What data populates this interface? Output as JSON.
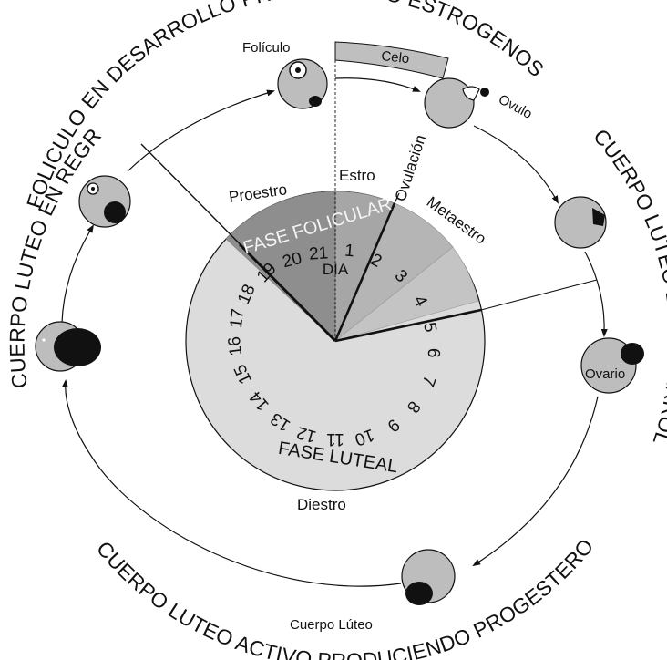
{
  "outer_captions": {
    "top": "FOLICULO EN DESARROLLO PRODUCIENDO ESTROGENOS",
    "bottom": "CUERPO LUTEO ACTIVO PRODUCIENDO PROGESTERONA",
    "left": "CUERPO LUTEO EN REGRESION",
    "right": "CUERPO LUTEO EN DESARROLLO"
  },
  "stage_labels": {
    "foliculo": "Folículo",
    "ovulo": "Ovulo",
    "ovario": "Ovario",
    "cuerpo_luteo": "Cuerpo Lúteo"
  },
  "phase_labels": {
    "proestro": "Proestro",
    "estro": "Estro",
    "metaestro": "Metaestro",
    "diestro": "Diestro",
    "ovulacion": "Ovulación",
    "celo": "Celo"
  },
  "wheel": {
    "fase_folicular": "FASE FOLICULAR",
    "fase_luteal": "FASE LUTEAL",
    "dia": "DIA",
    "days": [
      "1",
      "2",
      "3",
      "4",
      "5",
      "6",
      "7",
      "8",
      "9",
      "10",
      "11",
      "12",
      "13",
      "14",
      "15",
      "16",
      "17",
      "18",
      "19",
      "20",
      "21"
    ]
  },
  "colors": {
    "outline": "#111111",
    "ovary_fill": "#bdbdbd",
    "luteal_fill": "#dcdcdc",
    "follicular_dark": "#8e8e8e",
    "follicular_mid": "#a6a6a6",
    "metaestro_light": "#c4c4c4",
    "celo_bar": "#bfbfbf"
  }
}
